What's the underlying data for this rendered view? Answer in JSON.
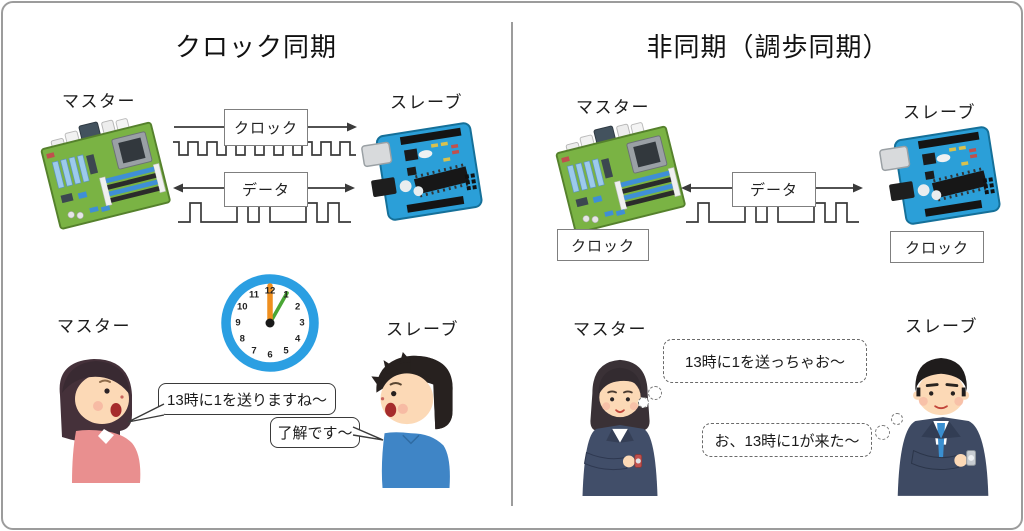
{
  "left_panel": {
    "title": "クロック同期",
    "top": {
      "master_label": "マスター",
      "slave_label": "スレーブ",
      "clock_box_label": "クロック",
      "data_box_label": "データ"
    },
    "bottom": {
      "master_label": "マスター",
      "slave_label": "スレーブ",
      "master_speech": "13時に1を送りますね～",
      "slave_speech": "了解です～"
    }
  },
  "right_panel": {
    "title": "非同期（調歩同期）",
    "top": {
      "master_label": "マスター",
      "slave_label": "スレーブ",
      "data_box_label": "データ",
      "master_clock_box_label": "クロック",
      "slave_clock_box_label": "クロック"
    },
    "bottom": {
      "master_label": "マスター",
      "slave_label": "スレーブ",
      "master_thought": "13時に1を送っちゃお～",
      "slave_thought": "お、13時に1が来た～"
    }
  },
  "clock_face": {
    "numbers": [
      "12",
      "1",
      "2",
      "3",
      "4",
      "5",
      "6",
      "7",
      "8",
      "9",
      "10",
      "11"
    ]
  },
  "colors": {
    "panel_border": "#9c9c9c",
    "signal_line": "#3a3a3a",
    "box_border": "#7f7f7f",
    "clock_ring_blue": "#2b9fe2",
    "clock_hand_orange": "#ef8f1f",
    "clock_hand_green": "#4aa635",
    "motherboard_green": "#7ab344",
    "arduino_blue": "#2b9fd8"
  }
}
